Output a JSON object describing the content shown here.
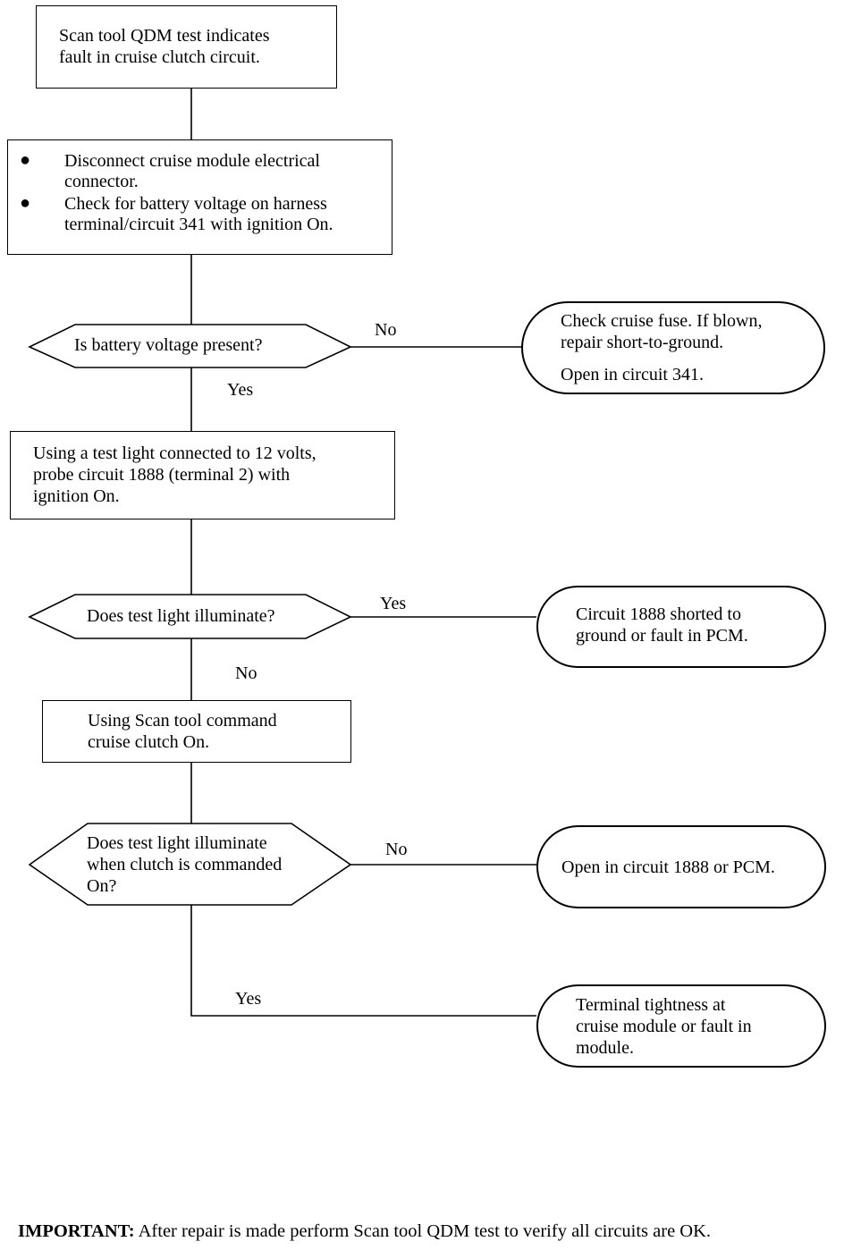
{
  "steps": {
    "start": {
      "line1": "Scan tool QDM test indicates",
      "line2": "fault in cruise clutch circuit."
    },
    "disconnect": {
      "bullet1": {
        "line1": "Disconnect cruise module electrical",
        "line2": "connector."
      },
      "bullet2": {
        "line1": "Check for battery voltage on harness",
        "line2": "terminal/circuit 341 with ignition On."
      }
    },
    "probe": {
      "line1": "Using a test light connected to 12 volts,",
      "line2": "probe circuit 1888 (terminal 2) with",
      "line3": "ignition On."
    },
    "command": {
      "line1": "Using Scan tool command",
      "line2": "cruise clutch On."
    }
  },
  "decisions": {
    "battery": {
      "text": "Is battery voltage present?"
    },
    "light": {
      "text": "Does test light illuminate?"
    },
    "clutch": {
      "line1": "Does test light illuminate",
      "line2": "when clutch is commanded",
      "line3": "On?"
    }
  },
  "results": {
    "fuse": {
      "line1": "Check cruise fuse. If blown,",
      "line2": "repair short-to-ground.",
      "line3": "Open in circuit 341."
    },
    "shorted": {
      "line1": "Circuit 1888 shorted to",
      "line2": "ground or fault in PCM."
    },
    "open": {
      "text": "Open in circuit 1888 or PCM."
    },
    "terminal": {
      "line1": "Terminal tightness at",
      "line2": "cruise module or fault in",
      "line3": "module."
    }
  },
  "labels": {
    "no1": "No",
    "yes1": "Yes",
    "yes2": "Yes",
    "no2": "No",
    "no3": "No",
    "yes3": "Yes"
  },
  "bullet_glyph": "●",
  "footer": {
    "label": "IMPORTANT:",
    "text": "After repair is made perform Scan tool QDM test to verify all circuits are OK."
  }
}
